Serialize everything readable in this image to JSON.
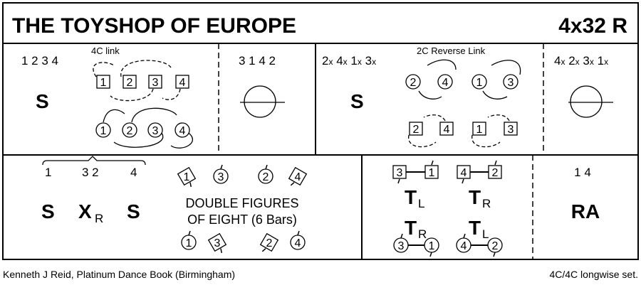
{
  "title": "THE TOYSHOP OF EUROPE",
  "formation_code": "4x32 R",
  "footer": {
    "source": "Kenneth J Reid, Platinum Dance Book (Birmingham)",
    "set_type": "4C/4C longwise set."
  },
  "row1": {
    "cell1": {
      "positions": "1 2 3 4",
      "note": "4C link",
      "figure": "S",
      "squares": [
        "1",
        "2",
        "3",
        "4"
      ],
      "circles": [
        "1",
        "2",
        "3",
        "4"
      ]
    },
    "cell2": {
      "positions": "3 1 4 2"
    },
    "cell3": {
      "positions": [
        "2",
        "4",
        "1",
        "3"
      ],
      "cross_mark": "x",
      "note": "2C Reverse Link",
      "figure": "S",
      "circles": [
        "2",
        "4",
        "1",
        "3"
      ],
      "squares": [
        "2",
        "4",
        "1",
        "3"
      ]
    },
    "cell4": {
      "positions": [
        "4",
        "2",
        "3",
        "1"
      ],
      "cross_mark": "x"
    }
  },
  "row2": {
    "cell1": {
      "positions": [
        "1",
        "3 2",
        "4"
      ],
      "figures": [
        "S",
        "X",
        "R",
        "S"
      ]
    },
    "cell2": {
      "line1": "DOUBLE FIGURES",
      "line2": "OF EIGHT (6 Bars)",
      "top": [
        "1",
        "3",
        "2",
        "4"
      ],
      "bottom": [
        "1",
        "3",
        "2",
        "4"
      ]
    },
    "cell3": {
      "top": [
        "3",
        "1",
        "4",
        "2"
      ],
      "bottom": [
        "3",
        "1",
        "4",
        "2"
      ],
      "turns": [
        [
          "T",
          "L"
        ],
        [
          "T",
          "R"
        ],
        [
          "T",
          "R"
        ],
        [
          "T",
          "L"
        ]
      ]
    },
    "cell4": {
      "positions": "1 4",
      "figure": "RA"
    }
  }
}
